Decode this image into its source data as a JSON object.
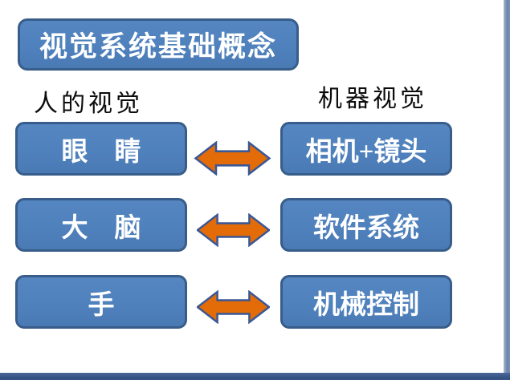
{
  "slide": {
    "title": "视觉系统基础概念",
    "columns": {
      "left_label": "人的视觉",
      "right_label": "机器视觉"
    },
    "rows": [
      {
        "left": "眼　睛",
        "right": "相机+镜头"
      },
      {
        "left": "大　脑",
        "right": "软件系统"
      },
      {
        "left": "手",
        "right": "机械控制"
      }
    ],
    "colors": {
      "box_fill": "#4f81bd",
      "box_border": "#385d8a",
      "arrow_fill": "#e36c09",
      "arrow_border": "#3a5795",
      "bottom_bar": "#32507f",
      "side_bar": "#7b8fb1",
      "title_text": "#ffffff",
      "label_text": "#0c0c0c"
    }
  }
}
